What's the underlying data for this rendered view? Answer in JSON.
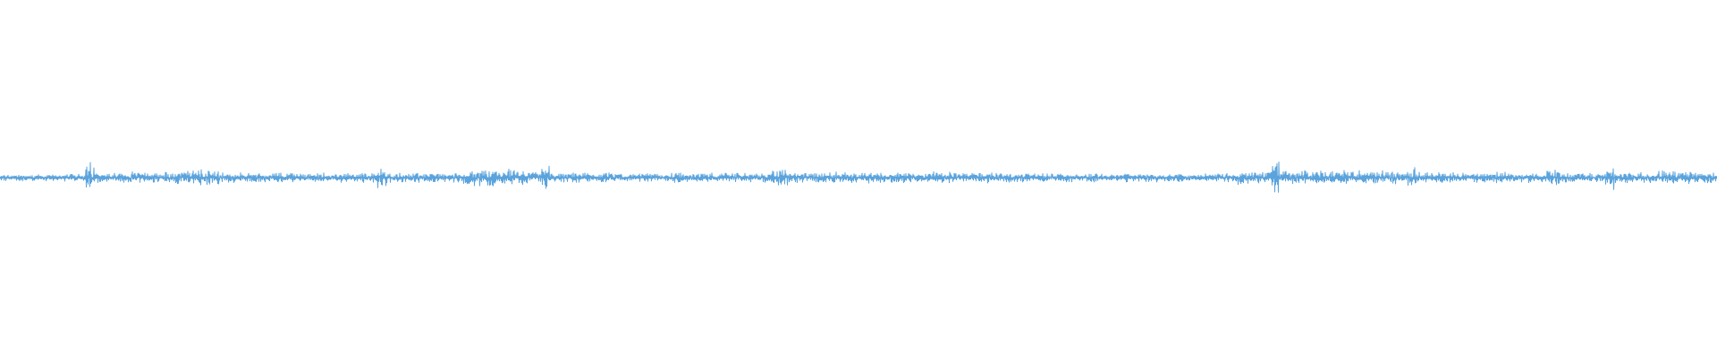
{
  "waveform": {
    "color": "#5ba3dc",
    "background": "#ffffff",
    "baseline_amplitude": 0.012,
    "segments": [
      {
        "start": 0.0,
        "end": 0.05,
        "amplitude": 0.012
      },
      {
        "start": 0.05,
        "end": 0.055,
        "amplitude": 0.06
      },
      {
        "start": 0.055,
        "end": 0.1,
        "amplitude": 0.018
      },
      {
        "start": 0.1,
        "end": 0.13,
        "amplitude": 0.025
      },
      {
        "start": 0.13,
        "end": 0.22,
        "amplitude": 0.016
      },
      {
        "start": 0.22,
        "end": 0.226,
        "amplitude": 0.035
      },
      {
        "start": 0.226,
        "end": 0.27,
        "amplitude": 0.016
      },
      {
        "start": 0.27,
        "end": 0.3,
        "amplitude": 0.028
      },
      {
        "start": 0.3,
        "end": 0.315,
        "amplitude": 0.022
      },
      {
        "start": 0.315,
        "end": 0.32,
        "amplitude": 0.038
      },
      {
        "start": 0.32,
        "end": 0.45,
        "amplitude": 0.016
      },
      {
        "start": 0.45,
        "end": 0.46,
        "amplitude": 0.03
      },
      {
        "start": 0.46,
        "end": 0.6,
        "amplitude": 0.018
      },
      {
        "start": 0.6,
        "end": 0.72,
        "amplitude": 0.014
      },
      {
        "start": 0.72,
        "end": 0.74,
        "amplitude": 0.022
      },
      {
        "start": 0.74,
        "end": 0.745,
        "amplitude": 0.06
      },
      {
        "start": 0.745,
        "end": 0.82,
        "amplitude": 0.022
      },
      {
        "start": 0.82,
        "end": 0.825,
        "amplitude": 0.045
      },
      {
        "start": 0.825,
        "end": 0.9,
        "amplitude": 0.018
      },
      {
        "start": 0.9,
        "end": 0.91,
        "amplitude": 0.03
      },
      {
        "start": 0.91,
        "end": 0.935,
        "amplitude": 0.016
      },
      {
        "start": 0.935,
        "end": 0.94,
        "amplitude": 0.038
      },
      {
        "start": 0.94,
        "end": 1.0,
        "amplitude": 0.02
      }
    ]
  }
}
